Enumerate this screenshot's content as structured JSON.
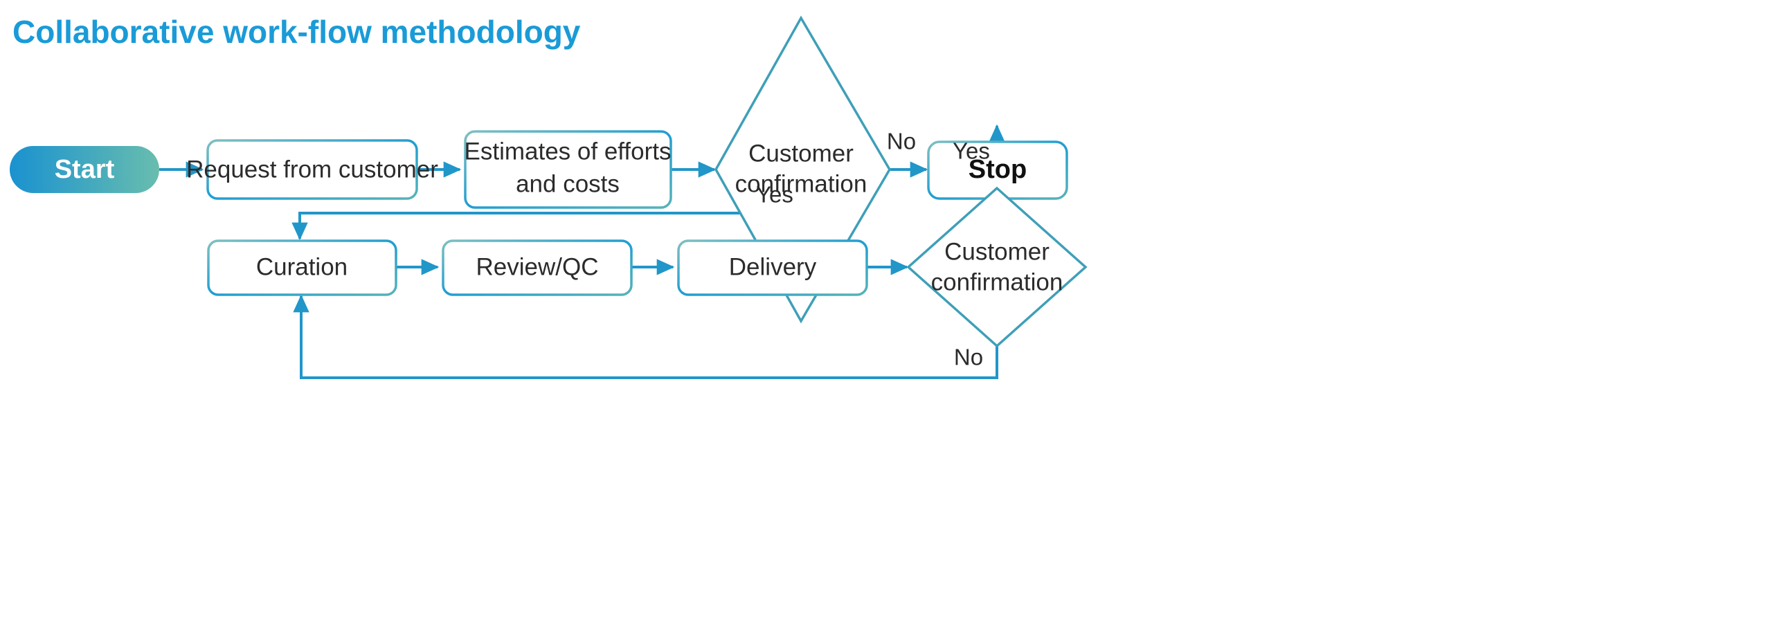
{
  "diagram": {
    "title": "Collaborative work-flow methodology",
    "title_color": "#1a9bd7",
    "accent_color": "#2196c9",
    "border_color": "#3e9fb8",
    "start_gradient_from": "#1a92d0",
    "start_gradient_to": "#63b9b0",
    "background": "#ffffff"
  },
  "nodes": {
    "start": {
      "label": "Start",
      "shape": "terminator"
    },
    "request": {
      "label": "Request from customer",
      "shape": "process"
    },
    "estimates_line1": {
      "label": "Estimates of efforts",
      "shape": "process"
    },
    "estimates_line2": {
      "label": "and costs",
      "shape": "process"
    },
    "confirm1_line1": {
      "label": "Customer",
      "shape": "decision"
    },
    "confirm1_line2": {
      "label": "confirmation",
      "shape": "decision"
    },
    "stop": {
      "label": "Stop",
      "shape": "terminator-box"
    },
    "curation": {
      "label": "Curation",
      "shape": "process"
    },
    "review": {
      "label": "Review/QC",
      "shape": "process"
    },
    "delivery": {
      "label": "Delivery",
      "shape": "process"
    },
    "confirm2_line1": {
      "label": "Customer",
      "shape": "decision"
    },
    "confirm2_line2": {
      "label": "confirmation",
      "shape": "decision"
    }
  },
  "edge_labels": {
    "confirm1_no": "No",
    "confirm1_yes": "Yes",
    "confirm2_yes": "Yes",
    "confirm2_no": "No"
  }
}
